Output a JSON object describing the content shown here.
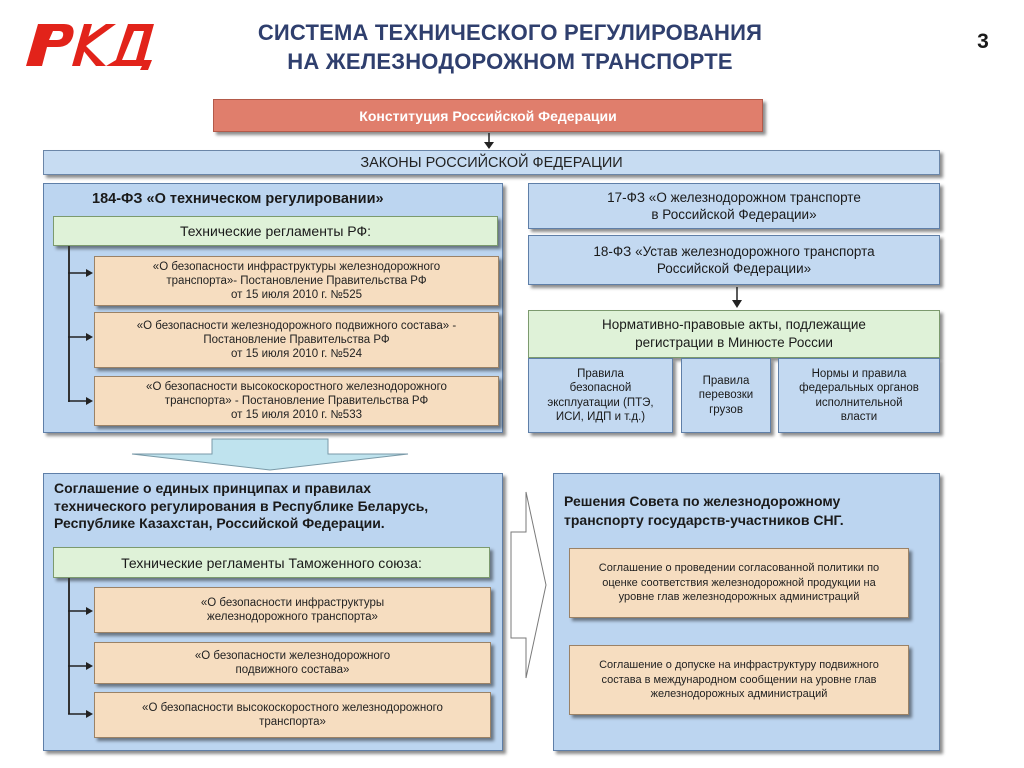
{
  "header": {
    "logo_text": "РЖД",
    "title_line1": "СИСТЕМА ТЕХНИЧЕСКОГО РЕГУЛИРОВАНИЯ",
    "title_line2": "НА ЖЕЛЕЗНОДОРОЖНОМ ТРАНСПОРТЕ",
    "page_number": "3"
  },
  "constitution": "Конституция Российской Федерации",
  "laws": "ЗАКОНЫ РОССИЙСКОЙ ФЕДЕРАЦИИ",
  "left_top": {
    "title": "184-ФЗ «О техническом регулировании»",
    "subheader": "Технические регламенты РФ:",
    "items": [
      {
        "line1": "«О безопасности инфраструктуры железнодорожного",
        "line2": "транспорта»- Постановление Правительства РФ",
        "line3": "от 15 июля 2010 г. №525"
      },
      {
        "line1": "«О безопасности железнодорожного подвижного состава» -",
        "line2": "Постановление Правительства РФ",
        "line3": "от 15 июля 2010 г. №524"
      },
      {
        "line1": "«О безопасности  высокоскоростного железнодорожного",
        "line2": "транспорта» - Постановление Правительства РФ",
        "line3": "от 15 июля 2010 г. №533"
      }
    ]
  },
  "right_top": {
    "law17_line1": "17-ФЗ «О железнодорожном транспорте",
    "law17_line2": "в Российской Федерации»",
    "law18_line1": "18-ФЗ «Устав железнодорожного транспорта",
    "law18_line2": "Российской Федерации»",
    "acts_line1": "Нормативно-правовые акты, подлежащие",
    "acts_line2": "регистрации в Минюсте России",
    "boxes": [
      {
        "lines": [
          "Правила",
          "безопасной",
          "эксплуатации (ПТЭ,",
          "ИСИ, ИДП и т.д.)"
        ]
      },
      {
        "lines": [
          "Правила",
          "перевозки",
          "грузов"
        ]
      },
      {
        "lines": [
          "Нормы и правила",
          "федеральных органов",
          "исполнительной",
          "власти"
        ]
      }
    ]
  },
  "left_bottom": {
    "title_line1": "Соглашение о единых принципах и правилах",
    "title_line2": "технического регулирования в Республике Беларусь,",
    "title_line3": "Республике Казахстан, Российской Федерации.",
    "subheader": "Технические регламенты Таможенного союза:",
    "items": [
      {
        "line1": "«О безопасности инфраструктуры",
        "line2": "железнодорожного транспорта»"
      },
      {
        "line1": "«О безопасности железнодорожного",
        "line2": "подвижного состава»"
      },
      {
        "line1": "«О безопасности  высокоскоростного железнодорожного",
        "line2": "транспорта»"
      }
    ]
  },
  "right_bottom": {
    "title_line1": "Решения Совета по железнодорожному",
    "title_line2": "транспорту  государств-участников  СНГ.",
    "items": [
      {
        "line1": "Соглашение о проведении согласованной политики по",
        "line2": "оценке соответствия железнодорожной продукции на",
        "line3": "уровне глав железнодорожных администраций"
      },
      {
        "line1": "Соглашение о допуске на инфраструктуру подвижного",
        "line2": "состава в международном сообщении на уровне глав",
        "line3": "железнодорожных администраций"
      }
    ]
  },
  "colors": {
    "brand_red": "#e2231a",
    "title_blue": "#2f3f6e",
    "constitution_fill": "#e07e6c",
    "panel_blue": "#bcd5f0",
    "green_fill": "#dff2d8",
    "tan_fill": "#f6ddc0",
    "arrow_fill": "#bfe3ee"
  }
}
